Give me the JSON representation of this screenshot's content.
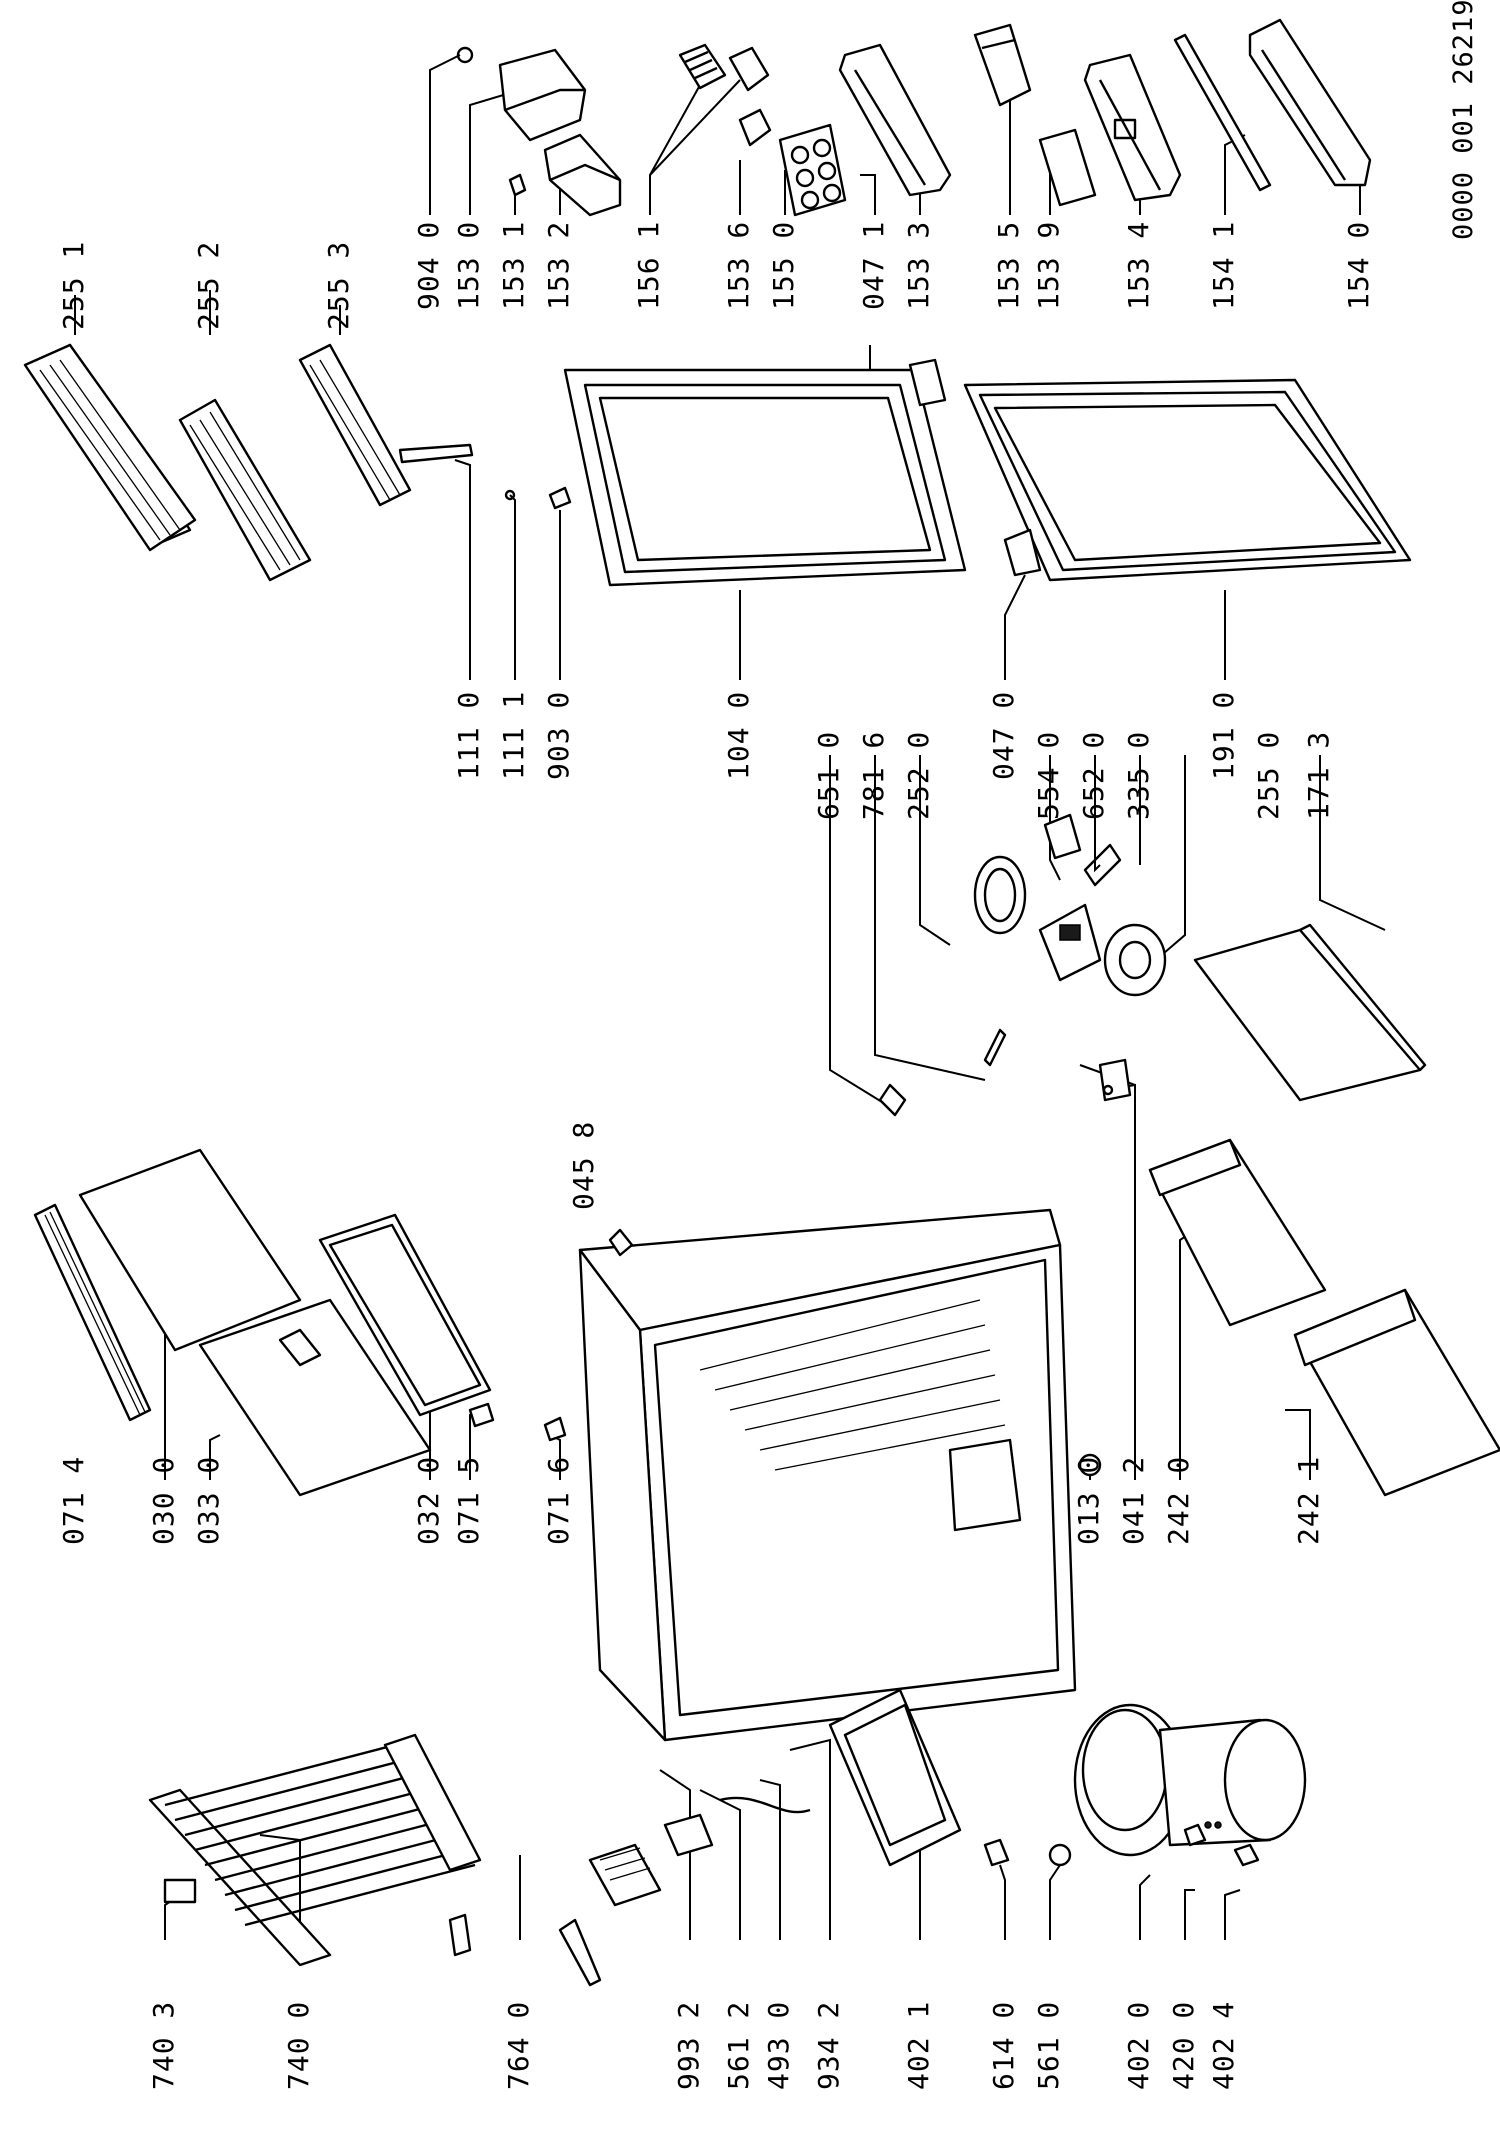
{
  "document_id": "0000 001 26219",
  "labels": {
    "p740_3": "740 3",
    "p740_0": "740 0",
    "p764_0": "764 0",
    "p993_2": "993 2",
    "p561_2": "561 2",
    "p493_0": "493 0",
    "p934_2": "934 2",
    "p402_1": "402 1",
    "p614_0": "614 0",
    "p561_0": "561 0",
    "p402_0": "402 0",
    "p420_0": "420 0",
    "p402_4": "402 4",
    "p071_4": "071 4",
    "p030_0": "030 0",
    "p033_0": "033 0",
    "p032_0": "032 0",
    "p071_5": "071 5",
    "p071_6": "071 6",
    "p013_0": "013 0",
    "p041_2": "041 2",
    "p242_0": "242 0",
    "p242_1": "242 1",
    "p045_8": "045 8",
    "p651_0": "651 0",
    "p781_6": "781 6",
    "p252_0": "252 0",
    "p047_0": "047 0",
    "p554_0": "554 0",
    "p652_0": "652 0",
    "p335_0": "335 0",
    "p191_0": "191 0",
    "p255_0": "255 0",
    "p171_3": "171 3",
    "p104_0": "104 0",
    "p111_0": "111 0",
    "p111_1": "111 1",
    "p903_0": "903 0",
    "p255_1": "255 1",
    "p255_2": "255 2",
    "p255_3": "255 3",
    "p904_0": "904 0",
    "p153_0": "153 0",
    "p153_1": "153 1",
    "p153_2": "153 2",
    "p156_1": "156 1",
    "p153_6": "153 6",
    "p155_0": "155 0",
    "p047_1": "047 1",
    "p153_3": "153 3",
    "p153_5": "153 5",
    "p153_9": "153 9",
    "p153_4": "153 4",
    "p154_1": "154 1",
    "p154_0": "154 0"
  }
}
